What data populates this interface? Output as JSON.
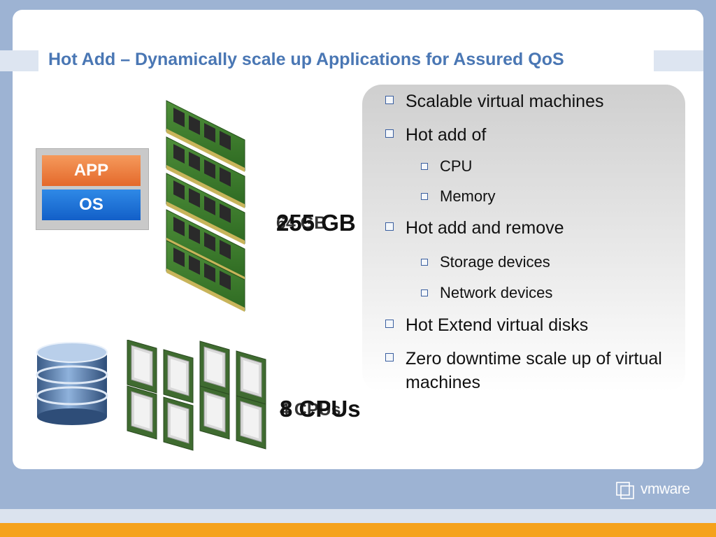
{
  "slide": {
    "title": "Hot Add – Dynamically scale up Applications for Assured QoS"
  },
  "vm_icon": {
    "app_label": "APP",
    "os_label": "OS"
  },
  "memory_label": {
    "text": "255 GB",
    "overlay": "64 GB"
  },
  "cpu_label": {
    "text": "8 CPUs",
    "overlay": "4 CPUs"
  },
  "bullets": [
    {
      "level": 1,
      "text": "Scalable virtual machines"
    },
    {
      "level": 1,
      "text": "Hot add of"
    },
    {
      "level": 2,
      "text": "CPU"
    },
    {
      "level": 2,
      "text": "Memory"
    },
    {
      "level": 1,
      "text": "Hot add and remove"
    },
    {
      "level": 2,
      "text": "Storage devices"
    },
    {
      "level": 2,
      "text": "Network devices"
    },
    {
      "level": 1,
      "text": "Hot Extend virtual disks"
    },
    {
      "level": 1,
      "text": "Zero downtime scale up of virtual machines"
    }
  ],
  "footer": {
    "logo_text": "vmware"
  },
  "colors": {
    "title": "#4a77b4",
    "accent_orange": "#f5a21c",
    "background": "#9db3d3"
  }
}
